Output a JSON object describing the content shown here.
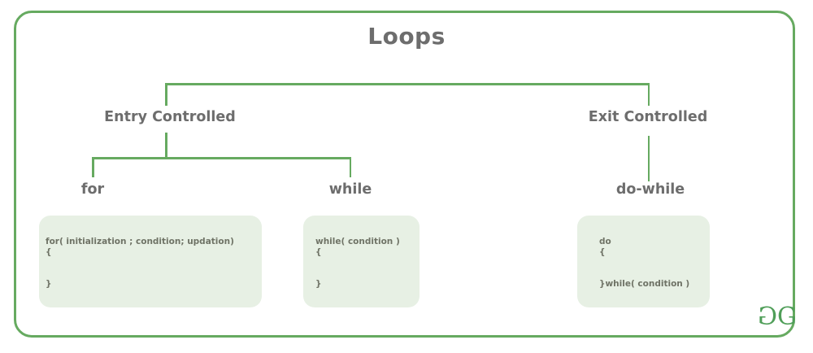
{
  "title": "Loops",
  "tree": {
    "branches": [
      {
        "label": "Entry Controlled",
        "children": [
          {
            "label": "for",
            "code": "for( initialization ; condition; updation)\n{\n\n\n}"
          },
          {
            "label": "while",
            "code": "while( condition )\n{\n\n\n}"
          }
        ]
      },
      {
        "label": "Exit Controlled",
        "children": [
          {
            "label": "do-while",
            "code": "do\n{\n\n\n}while( condition )"
          }
        ]
      }
    ]
  },
  "logo": {
    "letter": "G"
  },
  "colors": {
    "green": "#66aa60",
    "logo-green": "#4f9e58",
    "box-fill": "#e7f0e4",
    "heading": "#6d6d6d",
    "code-text": "#6f7366"
  }
}
